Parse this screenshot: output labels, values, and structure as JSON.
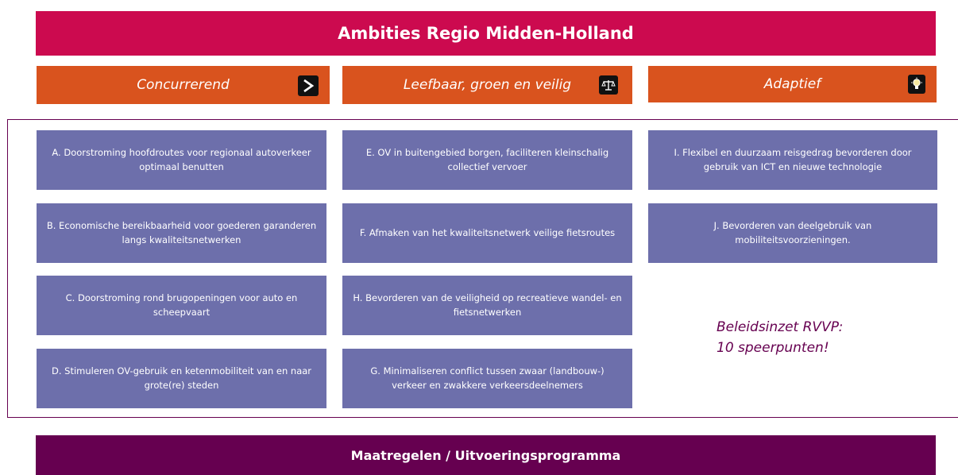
{
  "header": {
    "title": "Ambities Regio Midden-Holland"
  },
  "themes": [
    {
      "label": "Concurrerend",
      "icon": "arrow-right-icon",
      "glyph": ">"
    },
    {
      "label": "Leefbaar, groen en veilig",
      "icon": "scales-icon",
      "glyph": "⚖"
    },
    {
      "label": "Adaptief",
      "icon": "lightbulb-icon",
      "glyph": "💡"
    }
  ],
  "speerpunten": {
    "A": "A. Doorstroming hoofdroutes voor regionaal autoverkeer optimaal benutten",
    "B": "B. Economische bereikbaarheid voor goederen garanderen langs kwaliteitsnetwerken",
    "C": "C. Doorstroming rond brugopeningen voor auto en scheepvaart",
    "D": "D. Stimuleren OV-gebruik en ketenmobiliteit van en naar grote(re) steden",
    "E": "E. OV in buitengebied borgen, faciliteren kleinschalig collectief vervoer",
    "F": "F. Afmaken van het kwaliteitsnetwerk veilige fietsroutes",
    "H": "H. Bevorderen van de veiligheid op recreatieve wandel- en fietsnetwerken",
    "G": "G. Minimaliseren conflict tussen zwaar (landbouw-) verkeer en zwakkere verkeersdeelnemers",
    "I": "I. Flexibel en duurzaam reisgedrag bevorderen door gebruik van ICT en nieuwe technologie",
    "J": "J. Bevorderen van deelgebruik van mobiliteitsvoorzieningen."
  },
  "note": {
    "line1": "Beleidsinzet RVVP:",
    "line2": "10 speerpunten!"
  },
  "footer": {
    "title": "Maatregelen / Uitvoeringsprogramma"
  },
  "colors": {
    "header": "#cc0a4f",
    "theme": "#d9531e",
    "box": "#6d6fab",
    "footer": "#660050"
  }
}
